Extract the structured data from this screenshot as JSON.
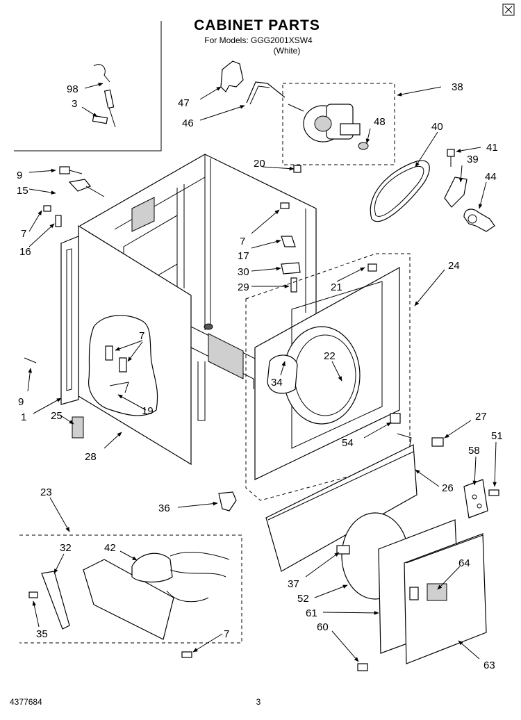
{
  "header": {
    "title": "CABINET PARTS",
    "subtitle": "For Models: GGG2001XSW4",
    "variant": "(White)"
  },
  "callouts": [
    "98",
    "3",
    "47",
    "46",
    "38",
    "48",
    "40",
    "41",
    "39",
    "44",
    "9",
    "15",
    "7",
    "16",
    "20",
    "7",
    "17",
    "30",
    "29",
    "21",
    "24",
    "9",
    "1",
    "25",
    "28",
    "7",
    "19",
    "22",
    "34",
    "54",
    "27",
    "51",
    "58",
    "26",
    "23",
    "36",
    "32",
    "42",
    "35",
    "7",
    "37",
    "52",
    "61",
    "60",
    "64",
    "63"
  ],
  "footer": {
    "doc_number": "4377684",
    "page_number": "3"
  },
  "colors": {
    "ink": "#000000",
    "paper": "#ffffff",
    "shade": "#cfcfcf"
  }
}
